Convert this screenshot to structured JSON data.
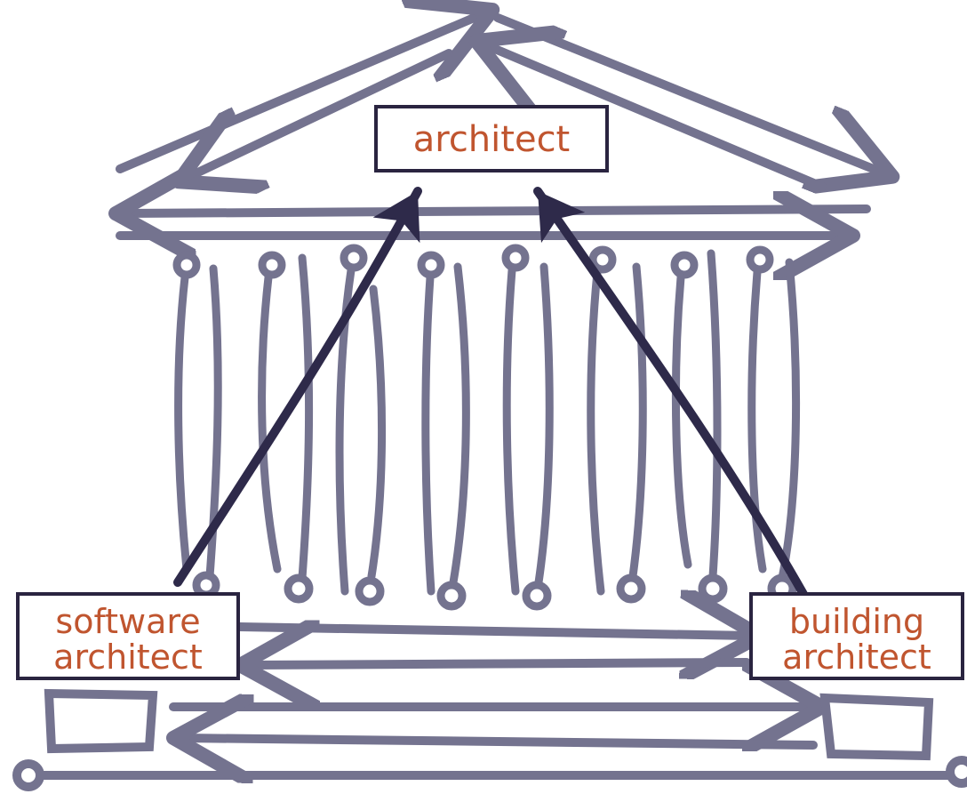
{
  "labels": {
    "top": "architect",
    "left_line1": "software",
    "left_line2": "architect",
    "right_line1": "building",
    "right_line2": "architect"
  },
  "colors": {
    "sketch": "#74738f",
    "arrow": "#2e2a4a",
    "box_border": "#2a2440",
    "text": "#c0552f",
    "background": "#ffffff"
  },
  "icons": [
    "temple-columns",
    "arrow-up-right",
    "arrow-up-left"
  ]
}
